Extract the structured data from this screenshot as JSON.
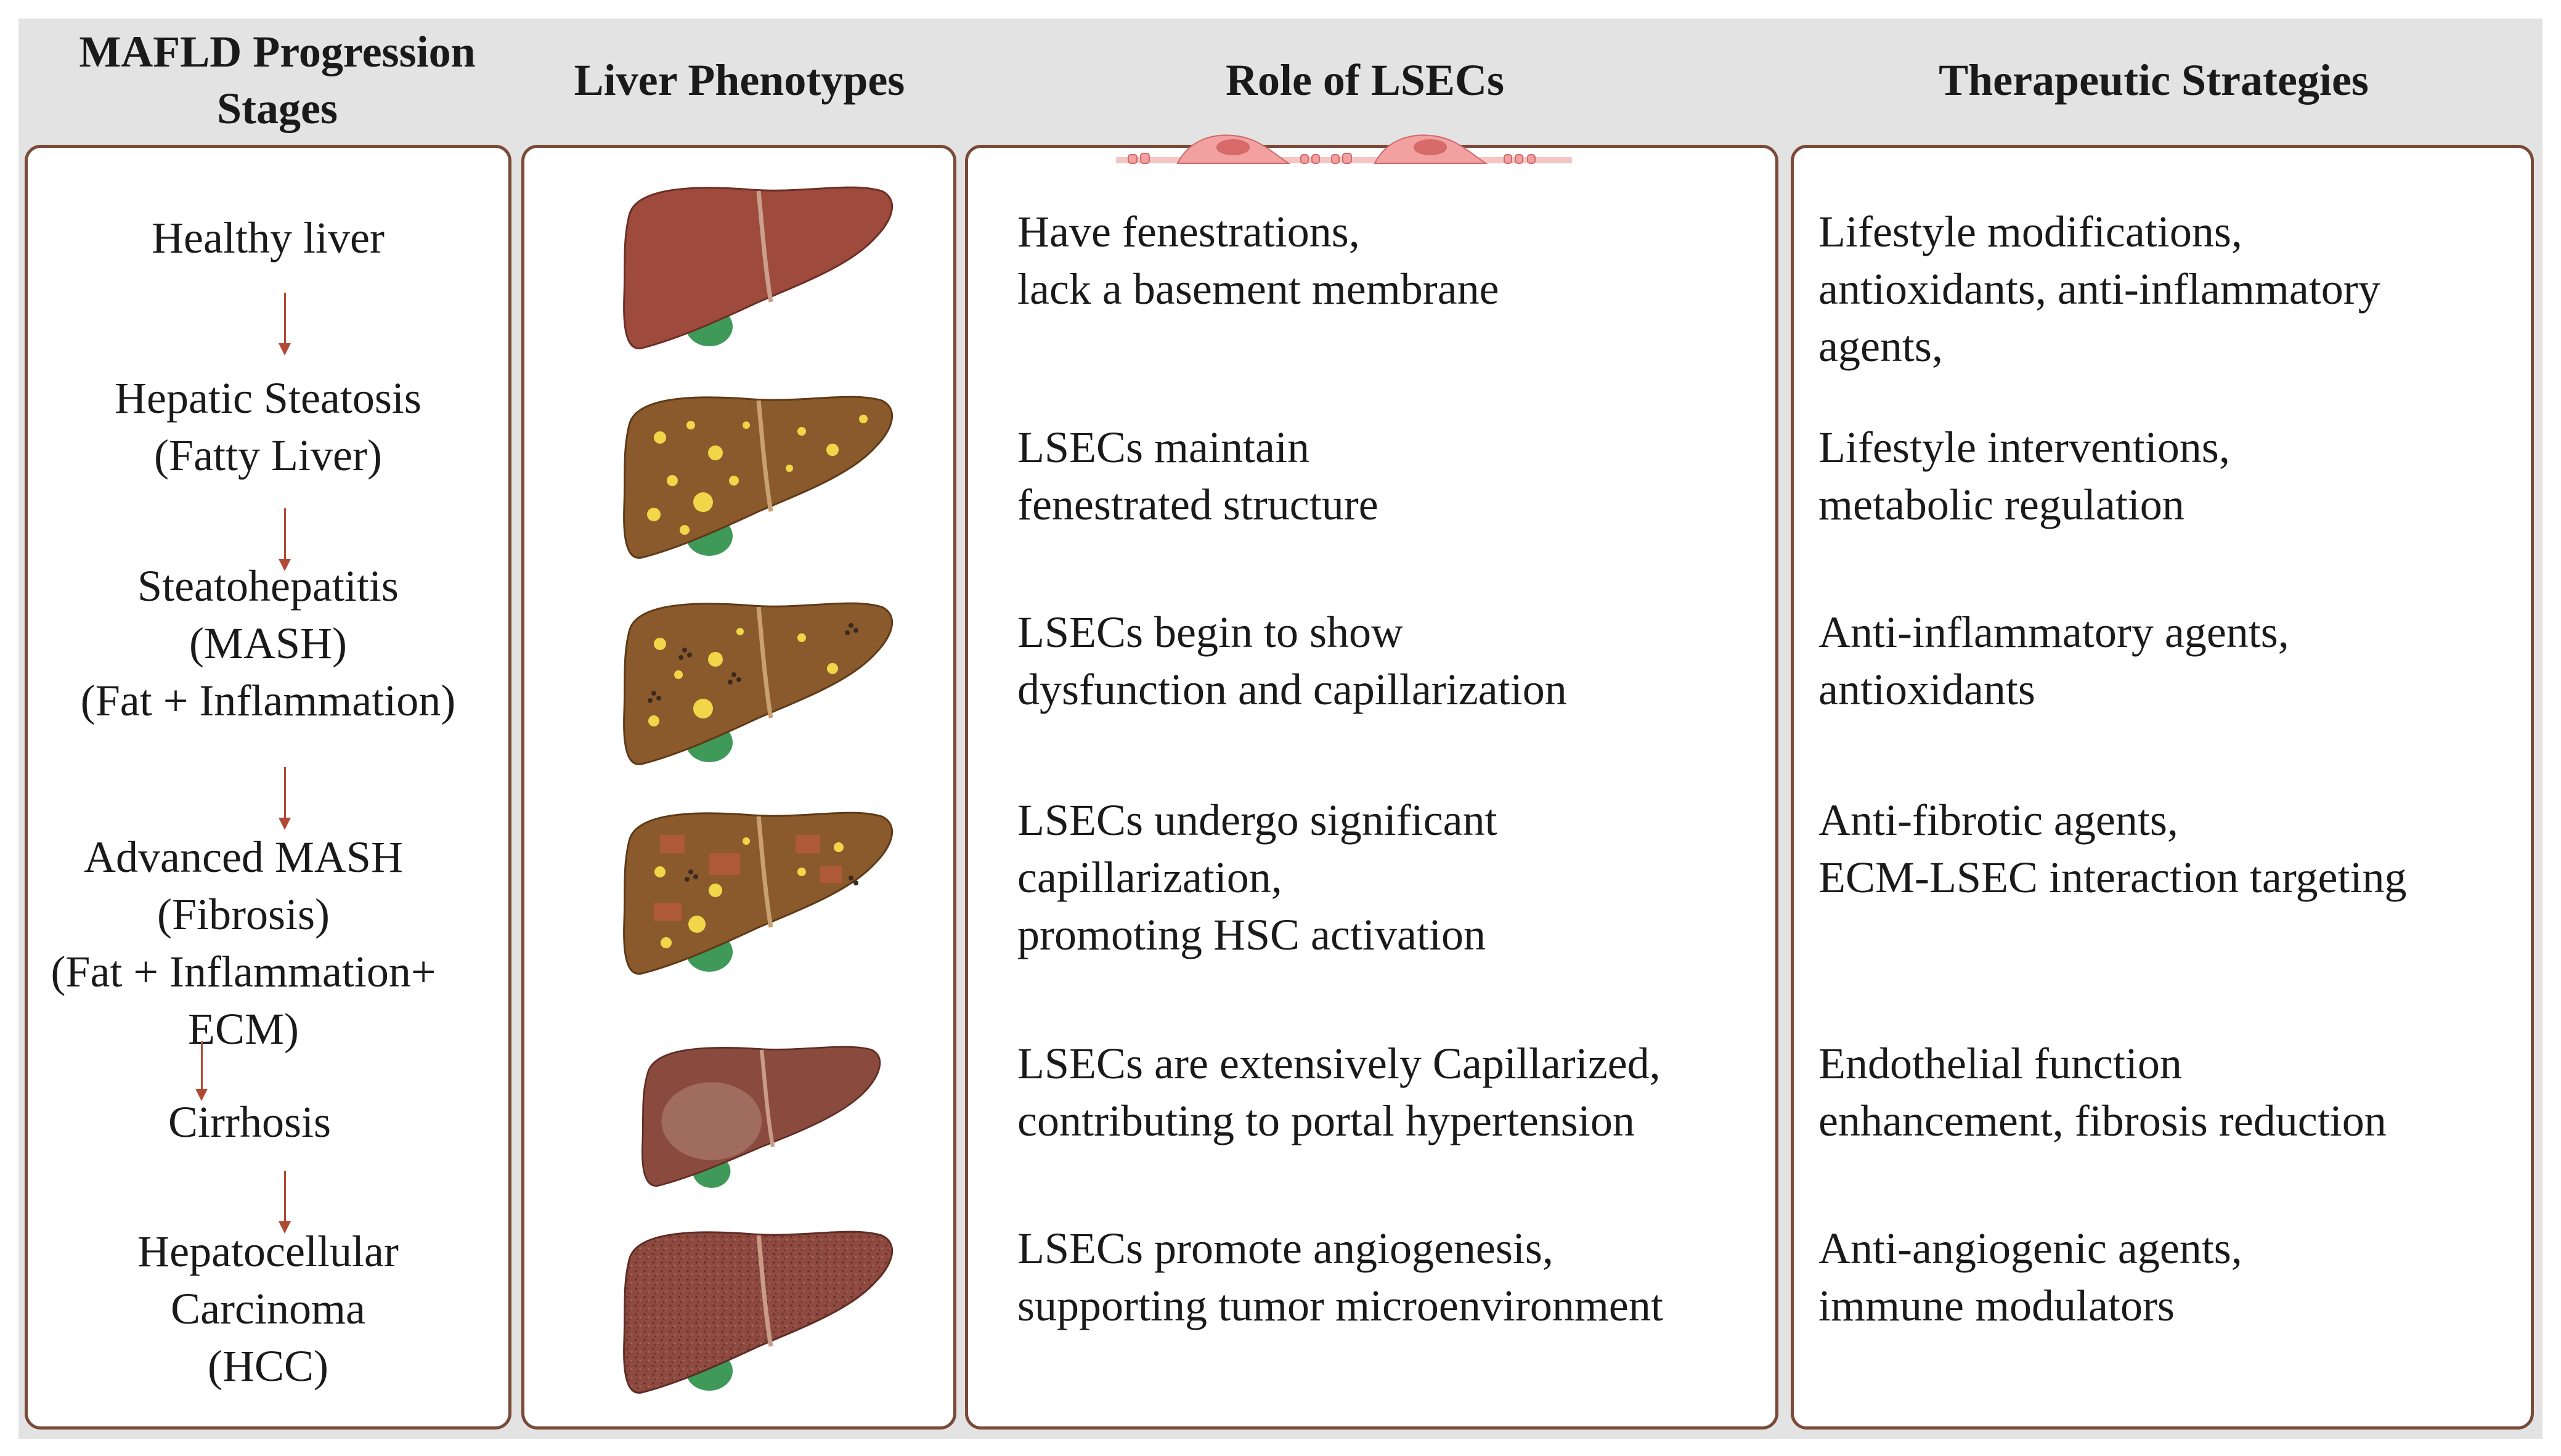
{
  "headers": {
    "stages": "MAFLD Progression Stages",
    "phenotypes": "Liver Phenotypes",
    "lsecs": "Role of LSECs",
    "therapy": "Therapeutic Strategies"
  },
  "rows": [
    {
      "stage": [
        "Healthy liver"
      ],
      "lsec": [
        "Have fenestrations,",
        "lack a basement membrane"
      ],
      "therapy": [
        "Lifestyle modifications,",
        "antioxidants, anti-inflammatory",
        "agents,"
      ]
    },
    {
      "stage": [
        "Hepatic Steatosis",
        "(Fatty Liver)"
      ],
      "lsec": [
        "LSECs maintain",
        "fenestrated structure"
      ],
      "therapy": [
        "Lifestyle interventions,",
        "metabolic regulation"
      ]
    },
    {
      "stage": [
        "Steatohepatitis",
        "(MASH)",
        "(Fat + Inflammation)"
      ],
      "lsec": [
        "LSECs begin to show",
        "dysfunction and capillarization"
      ],
      "therapy": [
        "Anti-inflammatory agents,",
        "antioxidants"
      ]
    },
    {
      "stage": [
        "Advanced MASH",
        "(Fibrosis)",
        "(Fat + Inflammation+",
        "ECM)"
      ],
      "lsec": [
        "LSECs undergo significant",
        "capillarization,",
        "promoting HSC activation"
      ],
      "therapy": [
        "Anti-fibrotic agents,",
        "ECM-LSEC interaction targeting"
      ]
    },
    {
      "stage": [
        "Cirrhosis"
      ],
      "lsec": [
        "LSECs are extensively Capillarized,",
        "contributing to portal hypertension"
      ],
      "therapy": [
        "Endothelial function",
        "enhancement, fibrosis reduction"
      ]
    },
    {
      "stage": [
        "Hepatocellular",
        "Carcinoma",
        "(HCC)"
      ],
      "lsec": [
        "LSECs promote angiogenesis,",
        "supporting tumor microenvironment"
      ],
      "therapy": [
        "Anti-angiogenic agents,",
        "immune modulators"
      ]
    }
  ],
  "colors": {
    "panel_border": "#7a4a38",
    "arrow": "#b04a34",
    "header_bg": "#e3e3e3",
    "liver_healthy": "#9e4b3e",
    "liver_fatty": "#8a5a2c",
    "liver_cirrhotic": "#8a4a3e",
    "liver_hcc": "#8e4a40",
    "fat_droplet": "#f2d64a",
    "gallbladder": "#3f9a5a",
    "endothelial_cell": "#f2a0a0"
  },
  "icons": [
    "healthy-liver-icon",
    "fatty-liver-icon",
    "mash-liver-icon",
    "fibrotic-liver-icon",
    "cirrhotic-liver-icon",
    "hcc-liver-icon",
    "endothelial-cells-icon"
  ]
}
